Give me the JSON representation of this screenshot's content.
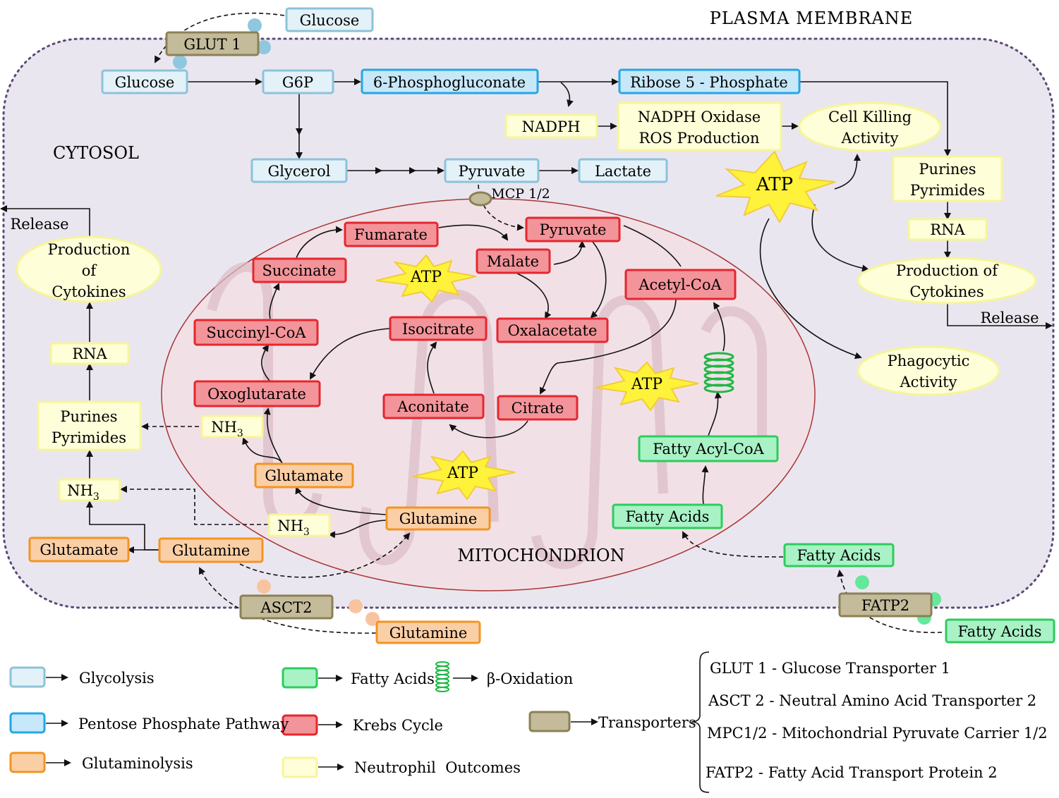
{
  "region_labels": {
    "plasma_membrane": "PLASMA MEMBRANE",
    "cytosol": "CYTOSOL",
    "mitochondrion": "MITOCHONDRION",
    "mcp": "MCP 1/2",
    "release_left": "Release",
    "release_right": "Release"
  },
  "colors": {
    "glycolysis_fill": "#e3f1f8",
    "glycolysis_stroke": "#8cc3d8",
    "ppp_fill": "#c7e8f9",
    "ppp_stroke": "#22a7e6",
    "glutaminolysis_fill": "#fbcfa6",
    "glutaminolysis_stroke": "#f39422",
    "fatty_fill": "#a8f2c6",
    "fatty_stroke": "#2ecc5c",
    "krebs_fill": "#f3949a",
    "krebs_stroke": "#e6262e",
    "outcome_fill": "#fefed8",
    "outcome_stroke": "#f6f59a",
    "transporter_fill": "#c4bb9a",
    "transporter_stroke": "#8b8055",
    "atp_fill": "#fff23a",
    "atp_stroke": "#f3cb3a",
    "cell_fill": "#eae6ef",
    "cell_stroke": "#5a4a78",
    "mito_fill": "#f1e1e7",
    "mito_stroke": "#b03a3a"
  },
  "nodes": {
    "glucose_ext": "Glucose",
    "glut1": "GLUT 1",
    "glucose": "Glucose",
    "g6p": "G6P",
    "phosphogluconate": "6-Phosphogluconate",
    "ribose5p": "Ribose 5 - Phosphate",
    "nadph": "NADPH",
    "nadph_oxidase_1": "NADPH Oxidase",
    "nadph_oxidase_2": "ROS Production",
    "cell_killing_1": "Cell Killing",
    "cell_killing_2": "Activity",
    "glycerol": "Glycerol",
    "pyruvate_cyto": "Pyruvate",
    "lactate": "Lactate",
    "purines_right_1": "Purines",
    "purines_right_2": "Pyrimides",
    "rna_right": "RNA",
    "cytokines_right_1": "Production of",
    "cytokines_right_2": "Cytokines",
    "phagocytic_1": "Phagocytic",
    "phagocytic_2": "Activity",
    "cytokines_left_1": "Production",
    "cytokines_left_2": "of",
    "cytokines_left_3": "Cytokines",
    "rna_left": "RNA",
    "purines_left_1": "Purines",
    "purines_left_2": "Pyrimides",
    "nh3_left": "NH",
    "nh3_sub": "3",
    "glutamate_cyto": "Glutamate",
    "glutamine_cyto": "Glutamine",
    "asct2": "ASCT2",
    "glutamine_ext": "Glutamine",
    "fumarate": "Fumarate",
    "malate": "Malate",
    "pyruvate_mito": "Pyruvate",
    "succinate": "Succinate",
    "acetyl_coa": "Acetyl-CoA",
    "succinyl_coa": "Succinyl-CoA",
    "isocitrate": "Isocitrate",
    "oxalacetate": "Oxalacetate",
    "oxoglutarate": "Oxoglutarate",
    "aconitate": "Aconitate",
    "citrate": "Citrate",
    "nh3_mito_upper": "NH",
    "nh3_mito_lower": "NH",
    "glutamate_mito": "Glutamate",
    "glutamine_mito": "Glutamine",
    "fatty_acyl_coa": "Fatty Acyl-CoA",
    "fatty_acids_mito": "Fatty Acids",
    "fatty_acids_cyto": "Fatty Acids",
    "fatp2": "FATP2",
    "fatty_acids_ext": "Fatty Acids",
    "atp": "ATP"
  },
  "legend": {
    "glycolysis": "Glycolysis",
    "ppp": "Pentose Phosphate Pathway",
    "glutaminolysis": "Glutaminolysis",
    "fatty_acids": "Fatty Acids",
    "beta_oxidation": "β-Oxidation",
    "krebs": "Krebs Cycle",
    "neutrophil": "Neutrophil  Outcomes",
    "transporters": "Transporters",
    "abbrev_1": "GLUT 1 - Glucose Transporter 1",
    "abbrev_2": "ASCT 2 - Neutral Amino Acid Transporter 2",
    "abbrev_3": "MPC1/2 - Mitochondrial Pyruvate Carrier 1/2",
    "abbrev_4": "FATP2 - Fatty Acid Transport Protein 2"
  }
}
